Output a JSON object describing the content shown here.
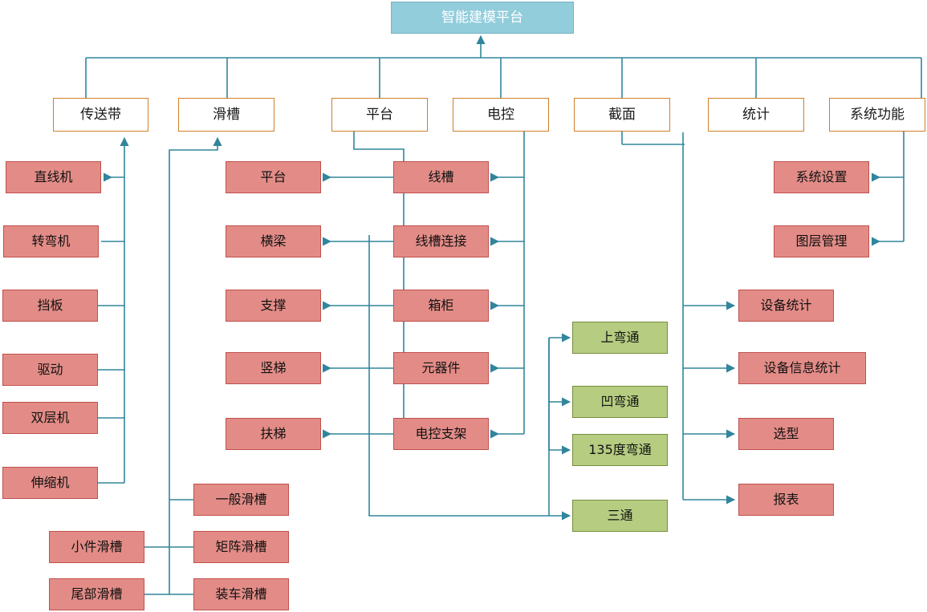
{
  "diagram": {
    "title": "智能建模平台",
    "type": "tree-hierarchy",
    "colors": {
      "root_fill": "#92cddc",
      "root_border": "#76b4c6",
      "category_fill": "#ffffff",
      "category_border": "#d07f29",
      "item_fill": "#e38c87",
      "item_border": "#c0504d",
      "green_fill": "#b5cc81",
      "green_border": "#768e3c",
      "connector": "#31859c"
    }
  },
  "root": {
    "label": "智能建模平台"
  },
  "categories": [
    {
      "id": "conveyor",
      "label": "传送带"
    },
    {
      "id": "chute",
      "label": "滑槽"
    },
    {
      "id": "platform",
      "label": "平台"
    },
    {
      "id": "electric",
      "label": "电控"
    },
    {
      "id": "section",
      "label": "截面"
    },
    {
      "id": "stats",
      "label": "统计"
    },
    {
      "id": "sysfunc",
      "label": "系统功能"
    }
  ],
  "groups": {
    "conveyor": {
      "parent": "传送带",
      "items": [
        {
          "label": "直线机"
        },
        {
          "label": "转弯机"
        },
        {
          "label": "挡板"
        },
        {
          "label": "驱动"
        },
        {
          "label": "双层机"
        },
        {
          "label": "伸缩机"
        }
      ]
    },
    "chute": {
      "parent": "滑槽",
      "items": [
        {
          "label": "一般滑槽"
        },
        {
          "label": "矩阵滑槽"
        },
        {
          "label": "装车滑槽"
        },
        {
          "label": "小件滑槽"
        },
        {
          "label": "尾部滑槽"
        }
      ]
    },
    "platform": {
      "parent": "平台",
      "items": [
        {
          "label": "平台"
        },
        {
          "label": "横梁"
        },
        {
          "label": "支撑"
        },
        {
          "label": "竖梯"
        },
        {
          "label": "扶梯"
        }
      ]
    },
    "electric": {
      "parent": "电控",
      "items": [
        {
          "label": "线槽"
        },
        {
          "label": "线槽连接"
        },
        {
          "label": "箱柜"
        },
        {
          "label": "元器件"
        },
        {
          "label": "电控支架"
        }
      ]
    },
    "section": {
      "parent": "截面",
      "items": [
        {
          "label": "上弯通"
        },
        {
          "label": "凹弯通"
        },
        {
          "label": "135度弯通"
        },
        {
          "label": "三通"
        }
      ]
    },
    "stats": {
      "parent": "统计",
      "items": [
        {
          "label": "设备统计"
        },
        {
          "label": "设备信息统计"
        },
        {
          "label": "选型"
        },
        {
          "label": "报表"
        }
      ]
    },
    "sysfunc": {
      "parent": "系统功能",
      "items": [
        {
          "label": "系统设置"
        },
        {
          "label": "图层管理"
        }
      ]
    }
  }
}
